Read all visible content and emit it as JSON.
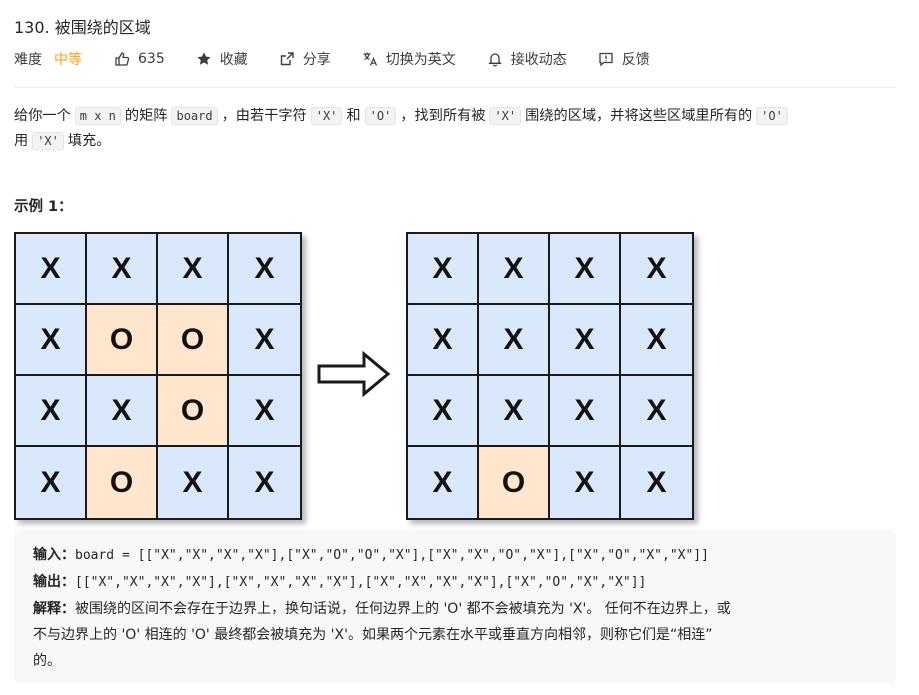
{
  "title": "130. 被围绕的区域",
  "toolbar": {
    "difficulty_label": "难度",
    "difficulty_value": "中等",
    "likes": "635",
    "favorite": "收藏",
    "share": "分享",
    "translate": "切换为英文",
    "notify": "接收动态",
    "feedback": "反馈",
    "difficulty_color": "#ffa116"
  },
  "description": {
    "p1_a": "给你一个",
    "code_mxn": "m x n",
    "p1_b": "的矩阵",
    "code_board": "board",
    "p1_c": "，由若干字符",
    "code_x": "'X'",
    "p1_d": "和",
    "code_o": "'O'",
    "p1_e": "，找到所有被",
    "code_x2": "'X'",
    "p1_f": "围绕的区域，并将这些区域里所有的",
    "code_o2": "'O'",
    "p1_g": "用",
    "code_x3": "'X'",
    "p1_h": "填充。"
  },
  "example_title": "示例 1：",
  "grids": {
    "before": [
      [
        "X",
        "X",
        "X",
        "X"
      ],
      [
        "X",
        "O",
        "O",
        "X"
      ],
      [
        "X",
        "X",
        "O",
        "X"
      ],
      [
        "X",
        "O",
        "X",
        "X"
      ]
    ],
    "after": [
      [
        "X",
        "X",
        "X",
        "X"
      ],
      [
        "X",
        "X",
        "X",
        "X"
      ],
      [
        "X",
        "X",
        "X",
        "X"
      ],
      [
        "X",
        "O",
        "X",
        "X"
      ]
    ],
    "color_x": "#dae8fc",
    "color_o": "#ffe6cc"
  },
  "example": {
    "input_label": "输入：",
    "input_value": "board = [[\"X\",\"X\",\"X\",\"X\"],[\"X\",\"O\",\"O\",\"X\"],[\"X\",\"X\",\"O\",\"X\"],[\"X\",\"O\",\"X\",\"X\"]]",
    "output_label": "输出：",
    "output_value": "[[\"X\",\"X\",\"X\",\"X\"],[\"X\",\"X\",\"X\",\"X\"],[\"X\",\"X\",\"X\",\"X\"],[\"X\",\"O\",\"X\",\"X\"]]",
    "explain_label": "解释：",
    "explain_line1": "被围绕的区间不会存在于边界上，换句话说，任何边界上的 'O' 都不会被填充为 'X'。 任何不在边界上，或",
    "explain_line2": "不与边界上的 'O' 相连的 'O' 最终都会被填充为 'X'。如果两个元素在水平或垂直方向相邻，则称它们是“相连”",
    "explain_line3": "的。"
  }
}
